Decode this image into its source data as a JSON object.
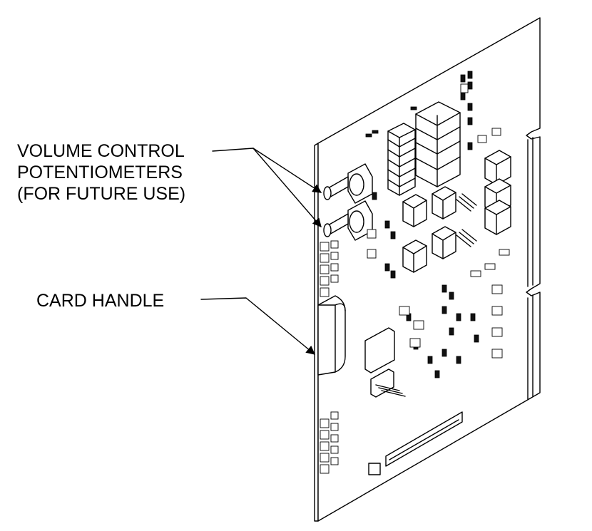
{
  "figure": {
    "callouts": [
      {
        "id": "volume-control",
        "lines": [
          "VOLUME CONTROL",
          "POTENTIOMETERS",
          "(FOR FUTURE USE)"
        ]
      },
      {
        "id": "card-handle",
        "lines": [
          "CARD HANDLE"
        ]
      }
    ],
    "colors": {
      "line": "#000000",
      "background": "#ffffff"
    }
  }
}
